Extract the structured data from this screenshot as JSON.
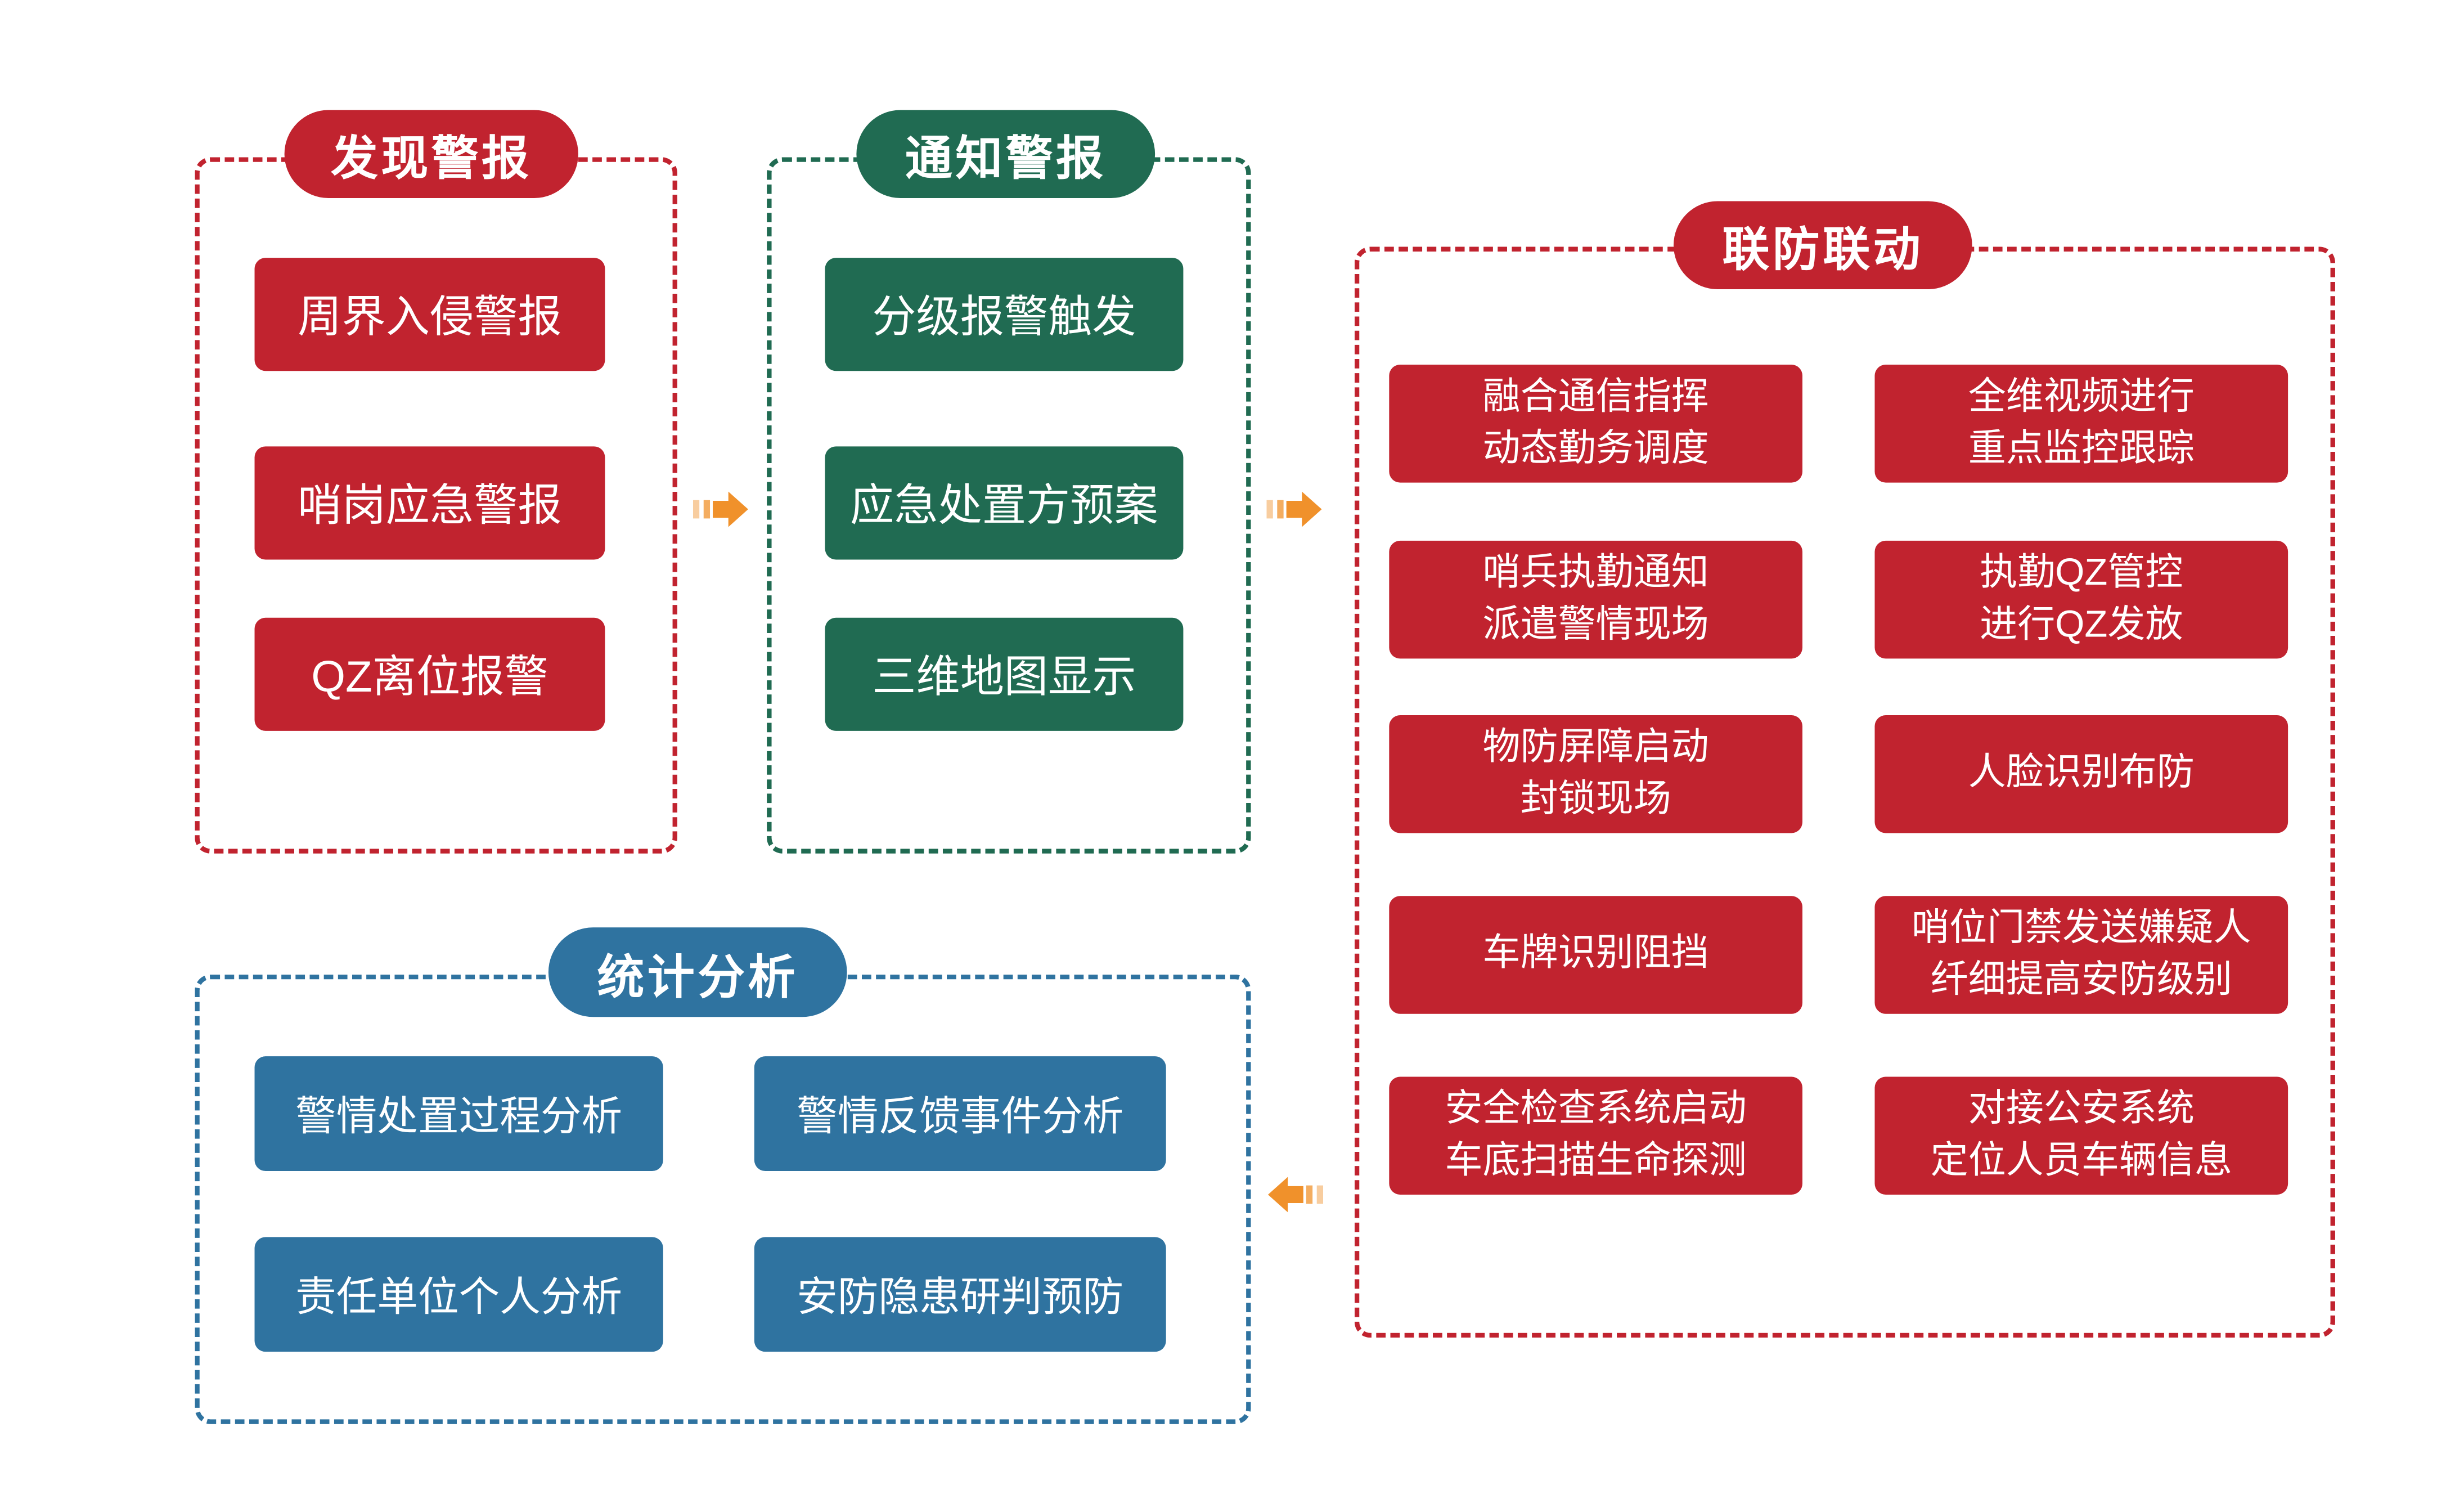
{
  "colors": {
    "red": "#c1232f",
    "green": "#206b52",
    "blue": "#2f73a0",
    "orange": "#f0912b"
  },
  "sections": {
    "discover_alarm": {
      "title": "发现警报",
      "items": [
        "周界入侵警报",
        "哨岗应急警报",
        "QZ离位报警"
      ]
    },
    "notify_alarm": {
      "title": "通知警报",
      "items": [
        "分级报警触发",
        "应急处置方预案",
        "三维地图显示"
      ]
    },
    "joint_defense": {
      "title": "联防联动",
      "left_items": [
        "融合通信指挥\n动态勤务调度",
        "哨兵执勤通知\n派遣警情现场",
        "物防屏障启动\n封锁现场",
        "车牌识别阻挡",
        "安全检查系统启动\n车底扫描生命探测"
      ],
      "right_items": [
        "全维视频进行\n重点监控跟踪",
        "执勤QZ管控\n进行QZ发放",
        "人脸识别布防",
        "哨位门禁发送嫌疑人\n纤细提高安防级别",
        "对接公安系统\n定位人员车辆信息"
      ]
    },
    "statistics": {
      "title": "统计分析",
      "items": [
        "警情处置过程分析",
        "警情反馈事件分析",
        "责任单位个人分析",
        "安防隐患研判预防"
      ]
    }
  },
  "arrows": [
    {
      "name": "discover-to-notify",
      "direction": "right"
    },
    {
      "name": "notify-to-joint-defense",
      "direction": "right"
    },
    {
      "name": "joint-defense-to-statistics",
      "direction": "left"
    }
  ]
}
